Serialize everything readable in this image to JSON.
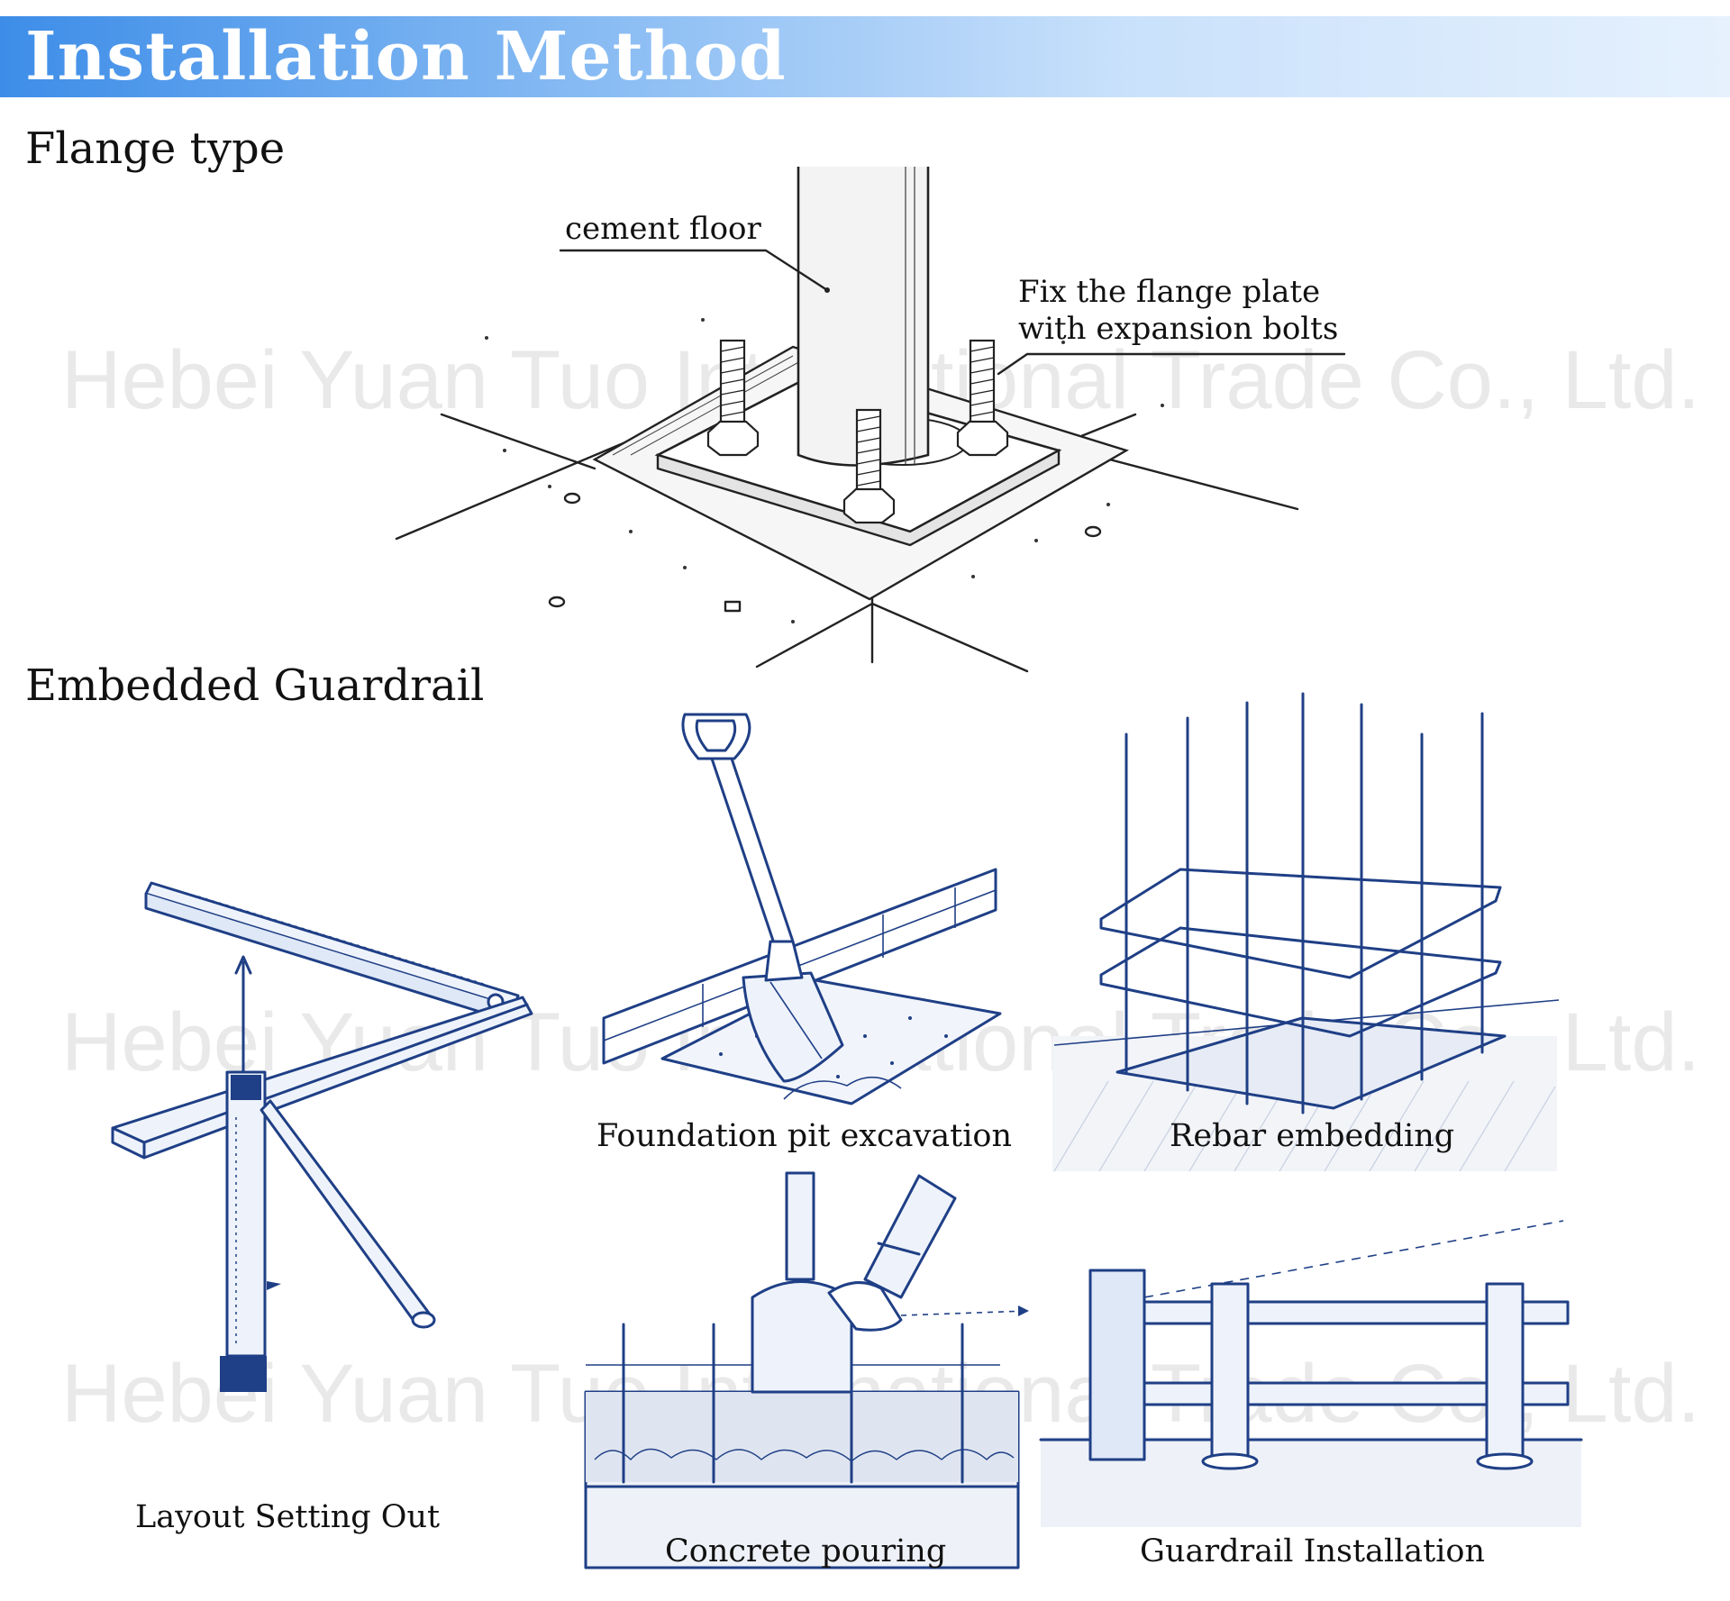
{
  "header": {
    "title": "Installation Method"
  },
  "sections": {
    "flange": {
      "title": "Flange type",
      "callouts": {
        "cement_floor": "cement floor",
        "fix_line1": "Fix the flange plate",
        "fix_line2": "with expansion bolts"
      }
    },
    "embedded": {
      "title": "Embedded Guardrail",
      "steps": [
        {
          "label": "Layout Setting Out"
        },
        {
          "label": "Foundation pit excavation"
        },
        {
          "label": "Rebar embedding"
        },
        {
          "label": "Concrete pouring"
        },
        {
          "label": "Guardrail Installation"
        }
      ]
    }
  },
  "watermark": {
    "text": "Hebei Yuan Tuo International Trade Co., Ltd."
  },
  "colors": {
    "ink": "#1f3f86",
    "banner_start": "#3d8de8",
    "banner_end": "#e6f1fd"
  }
}
